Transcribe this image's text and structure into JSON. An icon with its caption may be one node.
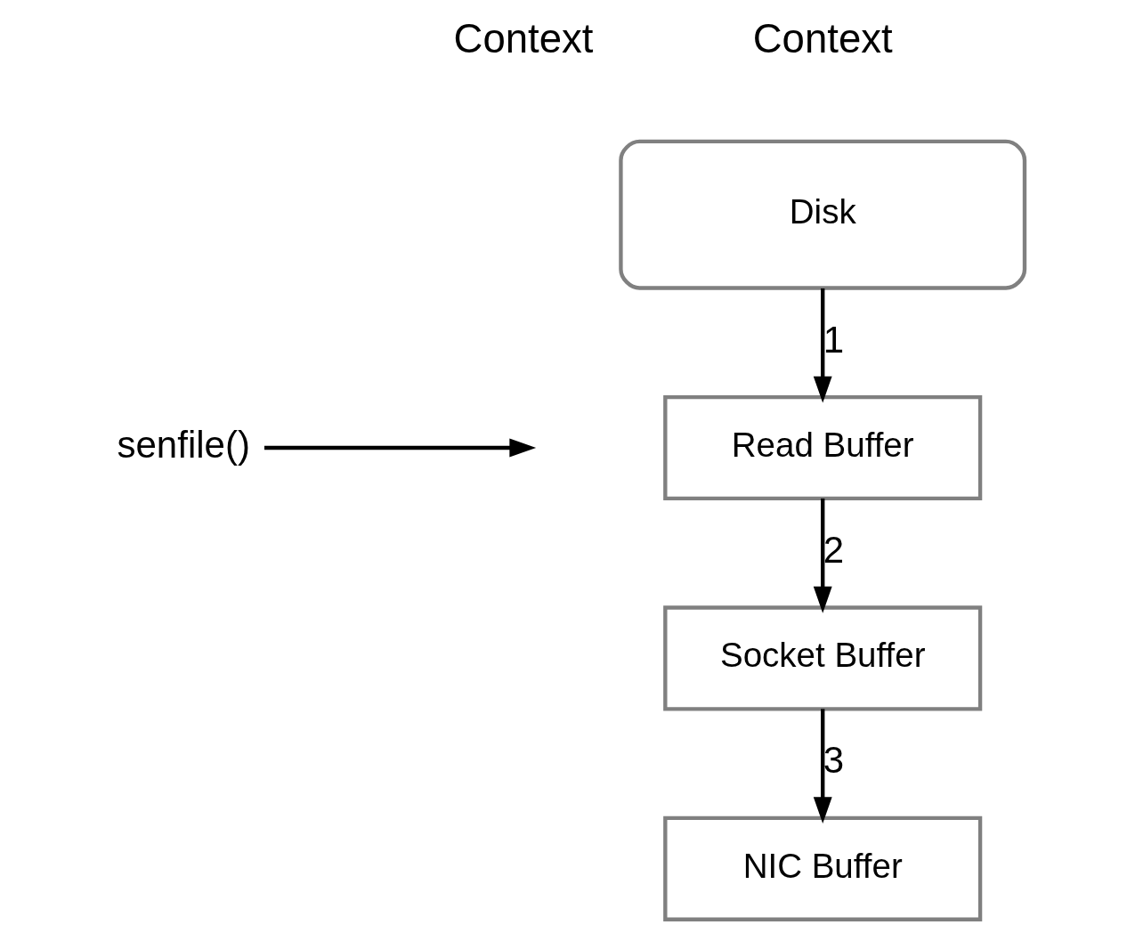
{
  "diagram": {
    "nodes": [
      {
        "text": [
          "Disk"
        ]
      },
      {
        "text": [
          "Read Buffer"
        ]
      },
      {
        "text": [
          "Socket Buffer"
        ]
      },
      {
        "text": [
          "NIC Buffer"
        ]
      },
      {
        "text": [
          "senfile()"
        ]
      }
    ],
    "edges": [
      {
        "from": 0,
        "to": 1,
        "arrow": "to",
        "label": "1"
      },
      {
        "from": 1,
        "to": 2,
        "arrow": "to",
        "label": "2"
      },
      {
        "from": 2,
        "to": 3,
        "arrow": "to",
        "label": "3"
      },
      {
        "from": 4,
        "to": null,
        "arrow": "to"
      }
    ],
    "labels": [
      "Context",
      "Context"
    ]
  }
}
